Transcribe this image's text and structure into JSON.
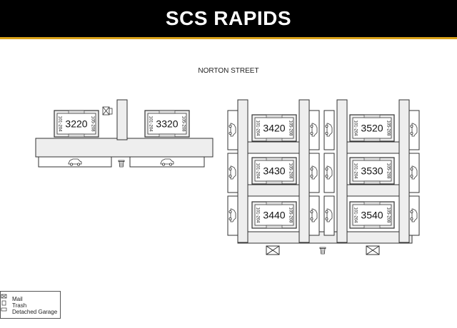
{
  "title": "SCS RAPIDS",
  "street": "NORTON STREET",
  "colors": {
    "header": "#000000",
    "accent": "#d9a21a",
    "building": "#eeeeee",
    "stroke": "#333333"
  },
  "buildings": [
    {
      "number": "3220",
      "left_units": "101-204",
      "right_units": "105-208"
    },
    {
      "number": "3320",
      "left_units": "101-204",
      "right_units": "105-208"
    },
    {
      "number": "3420",
      "left_units": "101-204",
      "right_units": "105-208"
    },
    {
      "number": "3520",
      "left_units": "101-204",
      "right_units": "105-208"
    },
    {
      "number": "3430",
      "left_units": "101-204",
      "right_units": "105-208"
    },
    {
      "number": "3530",
      "left_units": "101-204",
      "right_units": "105-208"
    },
    {
      "number": "3440",
      "left_units": "101-204",
      "right_units": "105-208"
    },
    {
      "number": "3540",
      "left_units": "101-204",
      "right_units": "105-208"
    }
  ],
  "legend": [
    {
      "icon": "mail-icon",
      "label": "Mail"
    },
    {
      "icon": "trash-icon",
      "label": "Trash"
    },
    {
      "icon": "garage-icon",
      "label": "Detached Garage"
    }
  ]
}
